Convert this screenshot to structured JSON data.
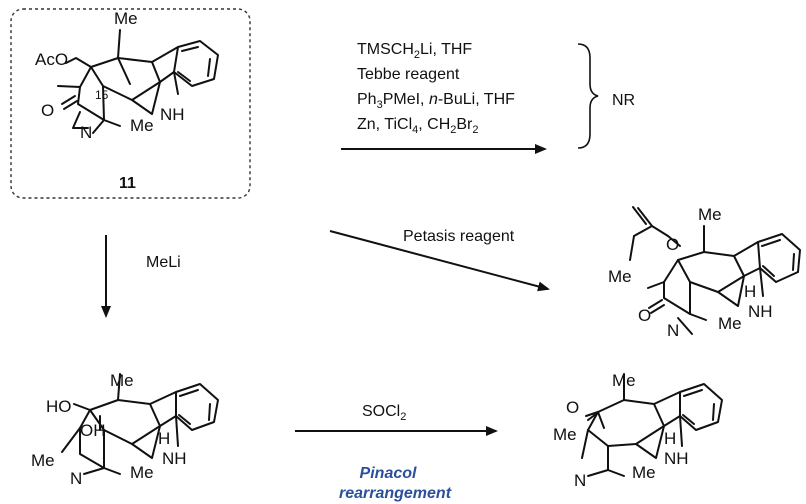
{
  "compound_11": {
    "number": "11",
    "labels": {
      "acetoxy": "AcO",
      "methyl_top": "Me",
      "carbonyl_o": "O",
      "amine_n": "N",
      "indole_nh": "NH",
      "methyl_bridge": "Me",
      "position": "15"
    }
  },
  "reaction_top": {
    "conditions": [
      {
        "pre": "TMSCH",
        "sub": "2",
        "post": "Li, THF"
      },
      {
        "pre": "Tebbe reagent",
        "sub": "",
        "post": ""
      },
      {
        "pre": "Ph",
        "sub": "3",
        "post": "PMeI, ",
        "italic": "n",
        "tail": "-BuLi, THF"
      },
      {
        "pre": "Zn, TiCl",
        "sub": "4",
        "post": ", CH",
        "sub2": "2",
        "post2": "Br",
        "sub3": "2"
      }
    ],
    "result": "NR"
  },
  "reaction_diag": {
    "reagent": "Petasis reagent"
  },
  "reaction_down": {
    "reagent": "MeLi"
  },
  "reaction_bottom": {
    "reagent_pre": "SOCl",
    "reagent_sub": "2",
    "note_line1": "Pinacol",
    "note_line2": "rearrangement"
  },
  "product_enol": {
    "labels": {
      "methyl_top": "Me",
      "ether_o": "O",
      "vinyl_me": "Me",
      "carbonyl_o": "O",
      "amine_n": "N",
      "indole_h": "H",
      "indole_nh": "NH",
      "methyl_bridge": "Me"
    }
  },
  "product_diol": {
    "labels": {
      "hydroxy": "HO",
      "methyl_top": "Me",
      "hydroxy2": "OH",
      "methyl_left": "Me",
      "amine_n": "N",
      "indole_h": "H",
      "indole_nh": "NH",
      "methyl_bridge": "Me"
    }
  },
  "product_ketone": {
    "labels": {
      "ketone_o": "O",
      "methyl_top": "Me",
      "methyl_left": "Me",
      "amine_n": "N",
      "indole_h": "H",
      "indole_nh": "NH",
      "methyl_bridge": "Me"
    }
  }
}
